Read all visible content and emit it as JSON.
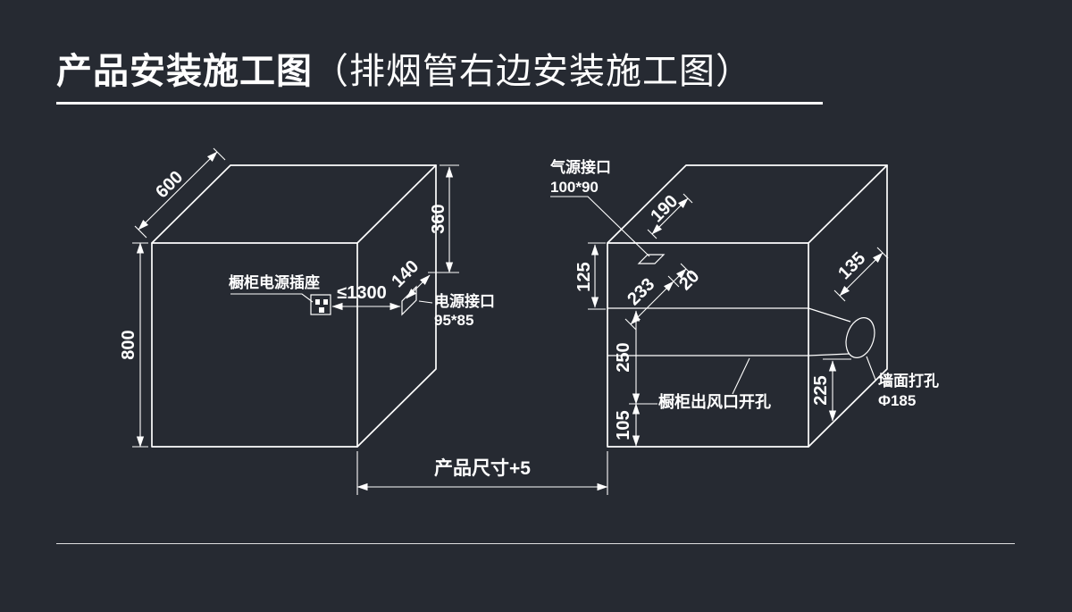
{
  "title": {
    "main": "产品安装施工图",
    "sub": "（排烟管右边安装施工图）"
  },
  "left_cabinet": {
    "dim_depth": "600",
    "dim_height": "800",
    "dim_360": "360",
    "dim_140": "140",
    "socket_label": "橱柜电源插座",
    "dim_1300": "≤1300",
    "power_port_line1": "电源接口",
    "power_port_line2": "95*85"
  },
  "right_cabinet": {
    "gas_port_line1": "气源接口",
    "gas_port_line2": "100*90",
    "dim_190": "190",
    "dim_125": "125",
    "dim_233": "233",
    "dim_20": "20",
    "dim_250": "250",
    "dim_105": "105",
    "dim_225": "225",
    "dim_135": "135",
    "outlet_label": "橱柜出风口开孔",
    "wall_hole_line1": "墙面打孔",
    "wall_hole_line2": "Φ185"
  },
  "footer": {
    "product_dim": "产品尺寸+5"
  },
  "colors": {
    "background": "#262a32",
    "line": "#ffffff",
    "text": "#ffffff"
  }
}
